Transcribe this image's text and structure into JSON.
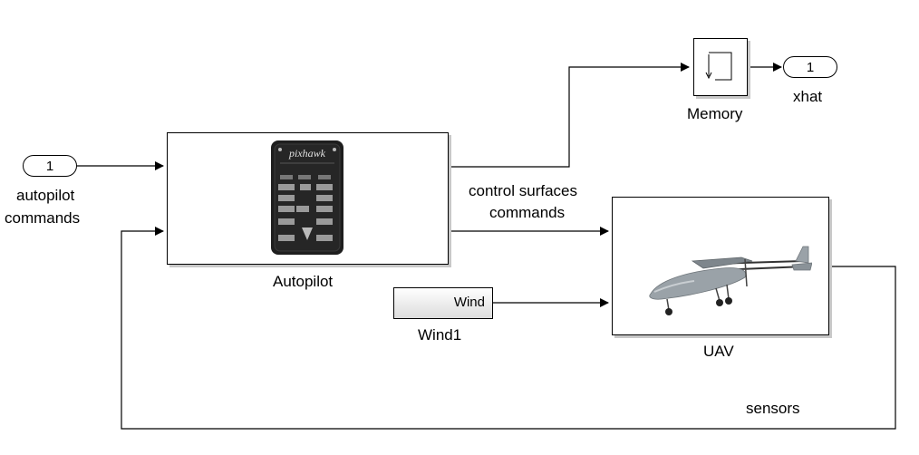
{
  "inports": {
    "autopilot_commands": {
      "number": "1",
      "label_line1": "autopilot",
      "label_line2": "commands"
    }
  },
  "outports": {
    "xhat": {
      "number": "1",
      "label": "xhat"
    }
  },
  "blocks": {
    "autopilot": {
      "label": "Autopilot",
      "image": "pixhawk-flight-controller",
      "brand": "pixhawk"
    },
    "uav": {
      "label": "UAV",
      "image": "fixed-wing-uav"
    },
    "memory": {
      "label": "Memory",
      "icon": "memory-icon"
    },
    "wind": {
      "label": "Wind1",
      "inner_text": "Wind"
    }
  },
  "signals": {
    "control_surfaces_line1": "control surfaces",
    "control_surfaces_line2": "commands",
    "sensors": "sensors"
  },
  "colors": {
    "line": "#000000",
    "block_border": "#000000",
    "uav_body": "#8f979e",
    "pixhawk_body": "#1e1e1e"
  }
}
